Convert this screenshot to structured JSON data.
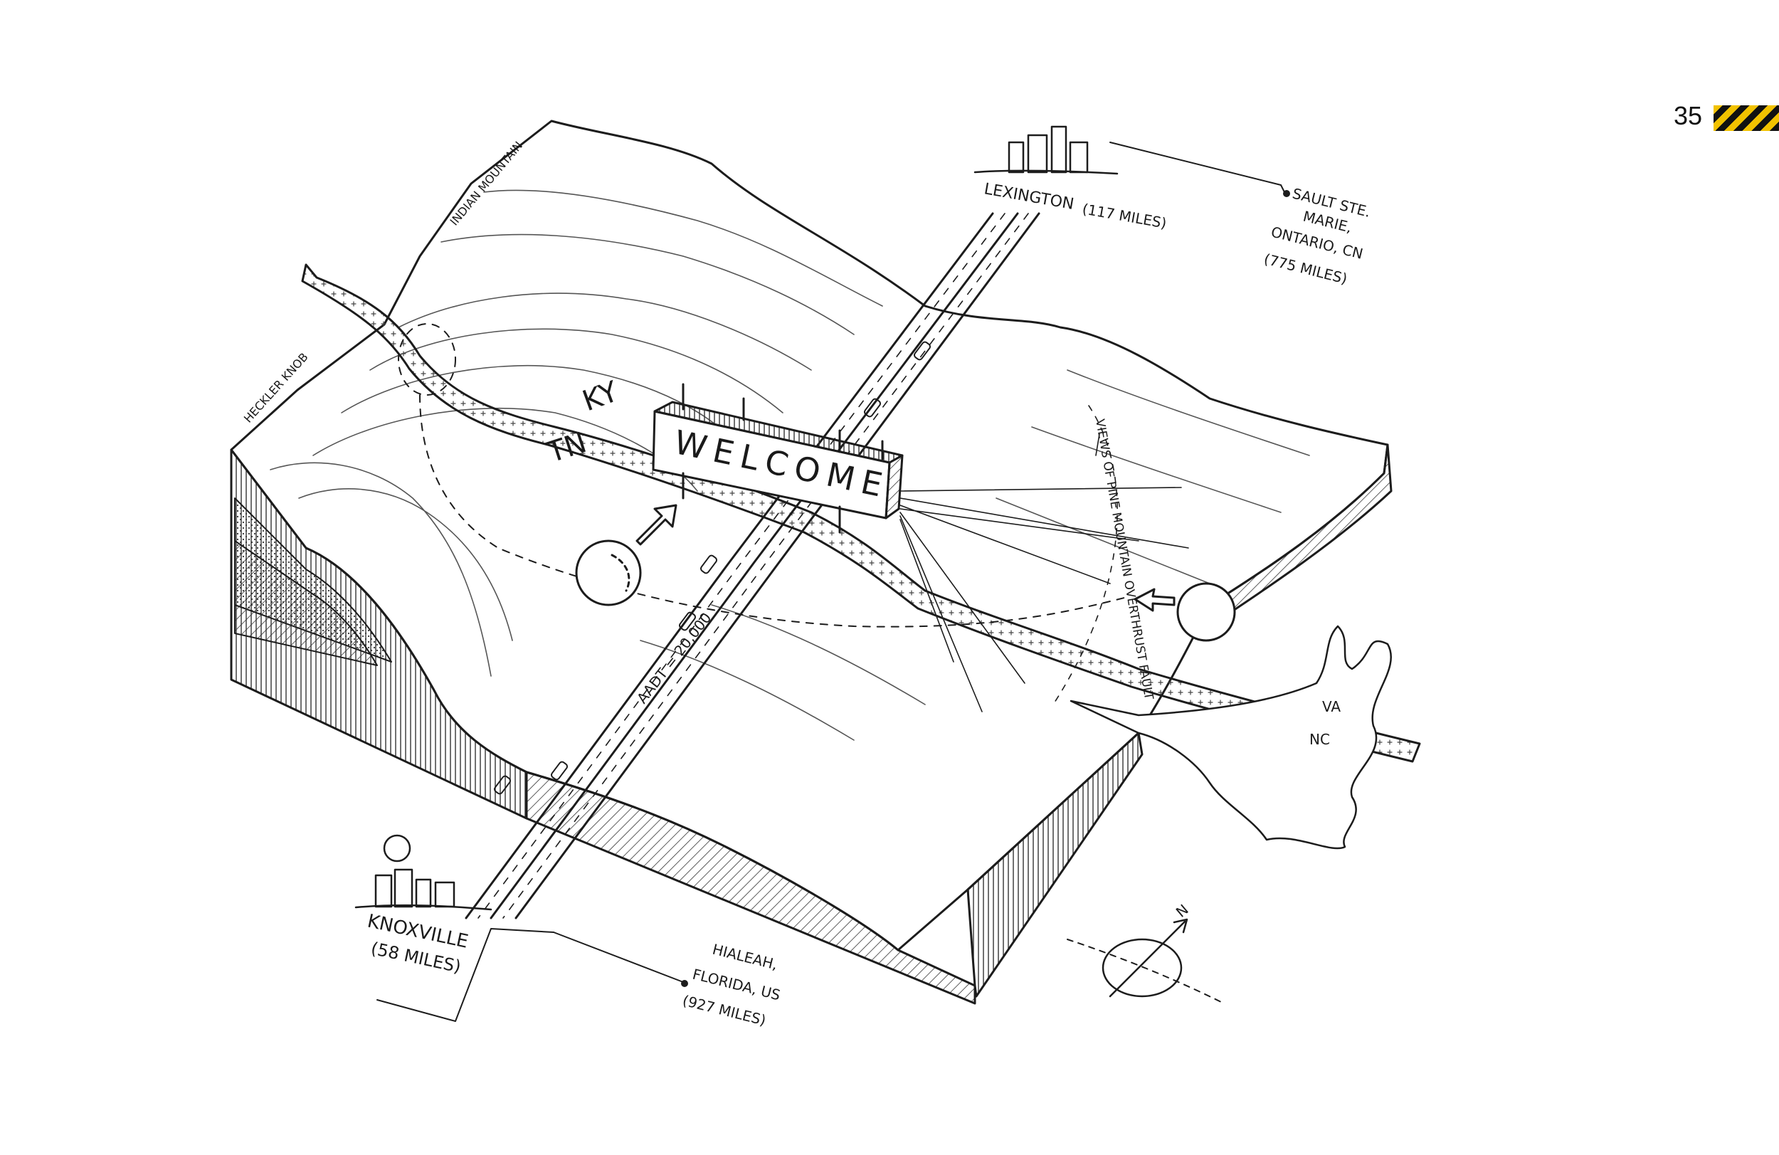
{
  "page": {
    "number": "35",
    "hazard_colors": [
      "#f2c200",
      "#111111"
    ]
  },
  "map": {
    "sign_text": "WELCOME",
    "state_labels": {
      "kentucky": "KY",
      "tennessee": "TN",
      "virginia": "VA",
      "north_carolina": "NC"
    },
    "terrain_labels": {
      "indian_mountain": "INDIAN MOUNTAIN",
      "heckler_knob": "HECKLER KNOB"
    },
    "views_label": "VIEWS OF PINE MOUNTAIN OVERTHRUST FAULT",
    "traffic_label": "AADT = 20,000",
    "destinations": {
      "lexington": {
        "name": "LEXINGTON",
        "distance": "(117 MILES)"
      },
      "knoxville": {
        "name": "KNOXVILLE",
        "distance": "(58 MILES)"
      },
      "sault": {
        "line1": "SAULT STE.",
        "line2": "MARIE,",
        "line3": "ONTARIO, CN",
        "line4": "(775 MILES)"
      },
      "hialeah": {
        "line1": "HIALEAH,",
        "line2": "FLORIDA, US",
        "line3": "(927 MILES)"
      }
    },
    "compass_label": "N"
  }
}
